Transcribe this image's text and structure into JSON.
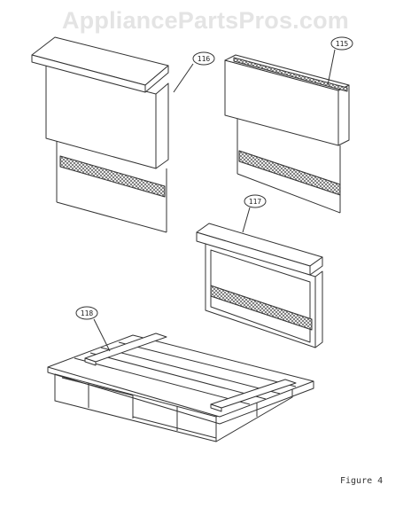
{
  "watermark": "AppliancePartsPros.com",
  "figure_label": "Figure 4",
  "callouts": [
    {
      "id": "116",
      "label": "116"
    },
    {
      "id": "115",
      "label": "115"
    },
    {
      "id": "117",
      "label": "117"
    },
    {
      "id": "118",
      "label": "118"
    }
  ],
  "line_color": "#333333",
  "hatch_color": "#555555"
}
